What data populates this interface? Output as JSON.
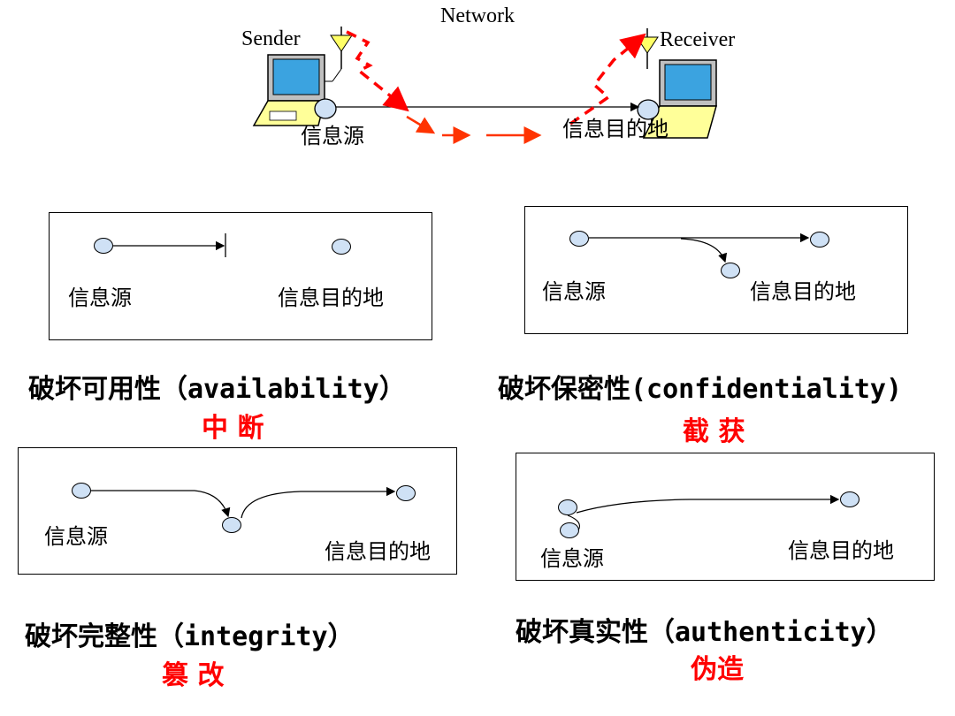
{
  "network": {
    "title": "Network",
    "sender": "Sender",
    "receiver": "Receiver",
    "source": "信息源",
    "destination": "信息目的地"
  },
  "panels": [
    {
      "source": "信息源",
      "destination": "信息目的地",
      "caption": "破坏可用性（availability）",
      "attack": "中 断"
    },
    {
      "source": "信息源",
      "destination": "信息目的地",
      "caption": "破坏保密性(confidentiality)",
      "attack": "截 获"
    },
    {
      "source": "信息源",
      "destination": "信息目的地",
      "caption": "破坏完整性（integrity）",
      "attack": "篡 改"
    },
    {
      "source": "信息源",
      "destination": "信息目的地",
      "caption": "破坏真实性（authenticity）",
      "attack": "伪造"
    }
  ],
  "colors": {
    "node_fill": "#cfe1f5",
    "attack_label": "#ff0000",
    "wireless_path": "#ff0000",
    "path_arrow": "#ff3300",
    "laptop_screen": "#3ba3e0",
    "laptop_body": "#ffff99"
  }
}
